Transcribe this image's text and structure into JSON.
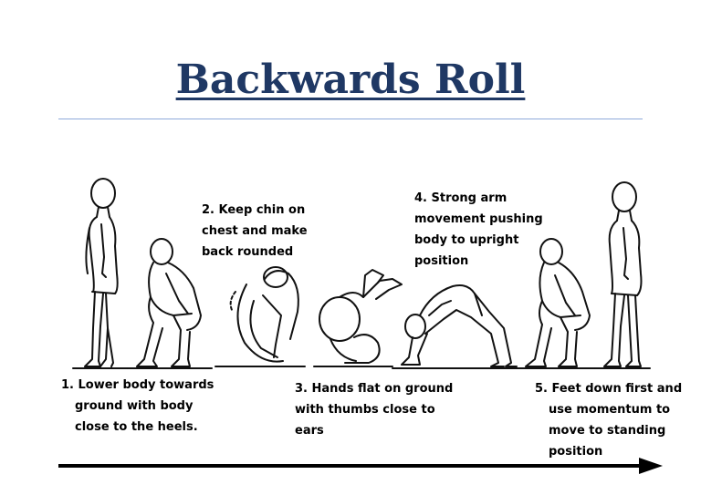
{
  "title": "Backwards Roll",
  "steps": [
    {
      "lines": [
        "1. Lower body towards",
        "ground with body",
        "close to the heels."
      ]
    },
    {
      "lines": [
        "2. Keep chin on",
        "chest and make",
        "back rounded"
      ]
    },
    {
      "lines": [
        "3. Hands flat on ground",
        "with thumbs close to",
        "ears"
      ]
    },
    {
      "lines": [
        "4. Strong arm",
        "movement pushing",
        "body to upright",
        "position"
      ]
    },
    {
      "lines": [
        "5. Feet down first and",
        "use momentum to",
        "move to standing",
        "position"
      ]
    }
  ],
  "figures": [
    "standing-figure",
    "squatting-figure",
    "rolling-back-figure",
    "inverted-figure",
    "arms-pushing-figure",
    "squatting-figure",
    "standing-figure"
  ]
}
